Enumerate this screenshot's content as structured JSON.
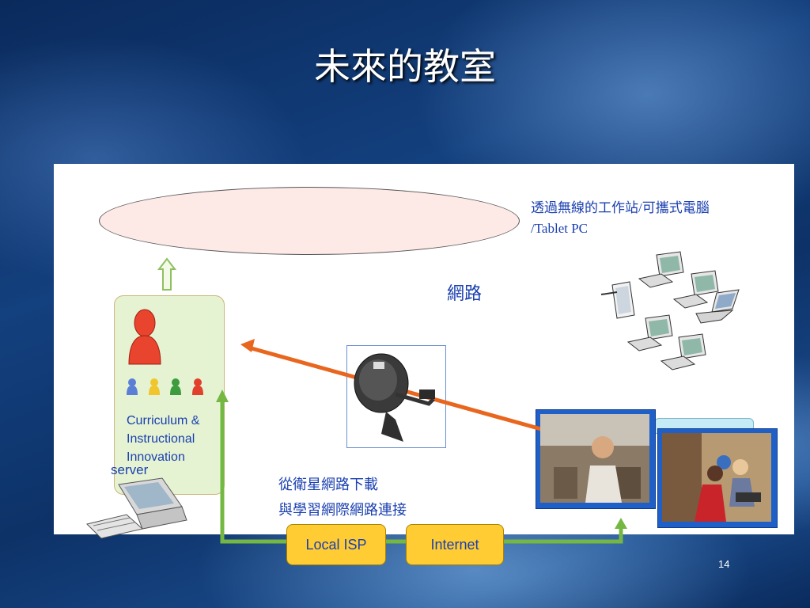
{
  "slide": {
    "title": "未來的教室",
    "page_number": "14"
  },
  "diagram": {
    "wireless_text_line1": "透過無線的工作站/可攜式電腦",
    "wireless_text_line2": "/Tablet PC",
    "network_label": "網路",
    "curriculum_line1": "Curriculum &",
    "curriculum_line2": "Instructional",
    "curriculum_line3": "Innovation",
    "server_label": "server",
    "satellite_line1": "從衛星網路下載",
    "satellite_line2": "與學習網際網路連接",
    "local_isp": "Local ISP",
    "internet": "Internet"
  },
  "colors": {
    "label_blue": "#1a3fb0",
    "isp_yellow": "#ffcc33",
    "arrow_orange": "#e8661e",
    "line_green": "#74b843",
    "ellipse_fill": "#fde9e6",
    "group_box_fill": "#e5f3d3"
  }
}
